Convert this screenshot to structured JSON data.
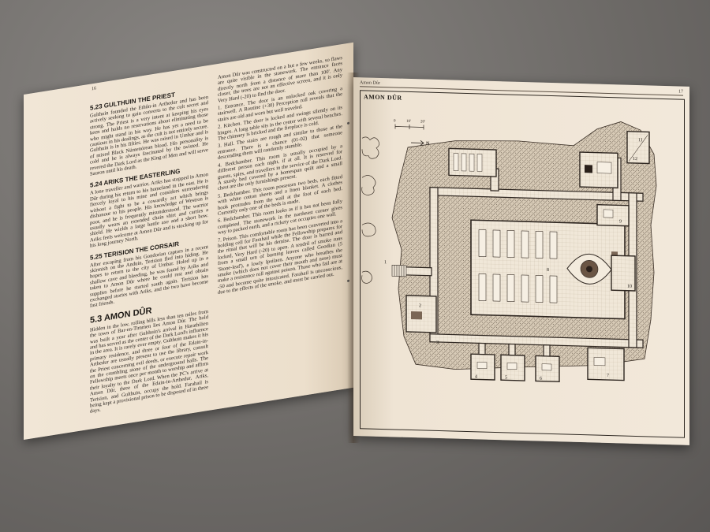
{
  "left_page": {
    "folio": "16",
    "sections": [
      {
        "heading": "5.23 GULTHUIN THE PRIEST",
        "body": "Gulthuin founded the Ethûn-in Arthedur and has been actively seeking to gain converts to the cult secret and strong. The Priest is a very intent at keeping his eyes keen and holds no reservations about eliminating those who might stand in his way. He has yet a need to be cautious in his dealings, as the cult is not entirely secure. Gulthuin is in his fifties. He was raised in Umbar and is of mixed Black Númenórean blood. His personality is cold and he is always fascinated by the twisted. He revered the Dark Lord as the King of Men and will serve Sauron until his death."
      },
      {
        "heading": "5.24 ARIKS THE EASTERLING",
        "body": "A lone traveller and warrior, Ariks has stopped in Amon Dûr during his return to his homeland in the east. He is fiercely loyal to his mine and considers surrendering without a fight to be a cowardly act which brings dishonour to his people. His knowledge of Westron is poor, and he is frequently misunderstood. The warrior usually wears an extended chain shirt and carries a shield. He wields a large battle axe and a short bow. Ariks feels welcome at Amon Dûr and is stocking up for his long journey North."
      },
      {
        "heading": "5.25 TERISION THE CORSAIR",
        "body": "After escaping from his Gondorian captors in a recent skirmish on the Anduin, Terision fled into hiding. He hopes to return to the city of Umbar. Holed up in a shallow cave and bleeding, he was found by Ariks and taken to Amon Dûr where he could rest and obtain supplies before he started south again. Terision has exchanged stories with Ariks, and the two have become fast friends."
      },
      {
        "heading": "5.3 AMON DÛR",
        "body": "Hidden in the low, rolling hills less than ten miles from the town of Bar-en-Timmen lies Amon Dûr. The hold was built a year after Gulthuin's arrival in Harathilien and has served as the center of the Dark Lord's influence in the area. It is rarely ever empty. Gulthuin makes it his primary residence, and three or four of the Edain-in-Arthedur are usually present to use the library, consult the Priest concerning evil deeds, or execute repair work on the crumbling stone of the underground halls. The Fellowship meets once per month to worship and affirm their loyalty to the Dark Lord. When the PC's arrive at Amon Dûr, three of the Edain-in-Arthedur, Ariks, Terision, and Gulthuin, occupy the hold. Farahail is being kept a provisional prison to be disposed of in three days."
      }
    ],
    "column2": [
      "Amon Dûr was constructed on a hut a few weeks, so flaws are quite visible in the stonework. The entrance faces directly north from a distance of more than 100'. Any closer, the trees are not an effective screen, and it is only Very Hard (-20) to find the door.",
      "1. Entrance. The door is an unlocked oak covering a stairwell. A Routine (+30) Perception roll reveals that the stairs are old and worn but well traveled.",
      "2. Kitchen. The door is locked and swings silently on its hinges. A long table sits in the center with several benches. The chimney is bricked and the fireplace is cold.",
      "3. Hall. The stairs are rough and similar to those at the entrance. There is a chance (01-02) that someone descending them will randomly stumble.",
      "4. Bedchamber. This room is usually occupied by a different person each night, if at all. It is reserved for guests, spies, and travellers in the service of the Dark Lord. A sturdy bed covered by a homespun quilt and a small chest are the only furnishings present.",
      "5. Bedchamber. This room possesses two beds, each fitted with white cotton sheets and a linen blanket. A clothes hook protrudes from the wall at the foot of each bed. Currently only one of the beds is made.",
      "6. Bedchamber. This room looks as if it has not been fully completed. The stonework in the northeast corner gives way to packed earth, and a rickety cot occupies one wall.",
      "7. Prison. This comfortable room has been converted into a holding cell for Farahail while the Fellowship prepares for the ritual that will be his demise. The door is barred and locked, Very Hard (-20) to open. A tendril of smoke runs from a small urn of burning leaves called Goodian (5 'Stone-leaf'), a lowly Ipsilaen. Anyone who breathes the smoke (which does not cover their mouth and nose) must make a resistance roll against poison. Those who fail are at -50 and become quite intoxicated. Farahail is unconscious, due to the effects of the smoke, and must be carried out."
    ]
  },
  "right_page": {
    "header_left": "Amon Dûr",
    "header_right": "17",
    "map_title": "AMON DÛR",
    "scale_labels": [
      "0",
      "10'",
      "20'"
    ],
    "north_label": "N",
    "room_numbers": [
      "1",
      "2",
      "3",
      "4",
      "5",
      "6",
      "7",
      "8",
      "9",
      "10",
      "11",
      "12"
    ]
  }
}
